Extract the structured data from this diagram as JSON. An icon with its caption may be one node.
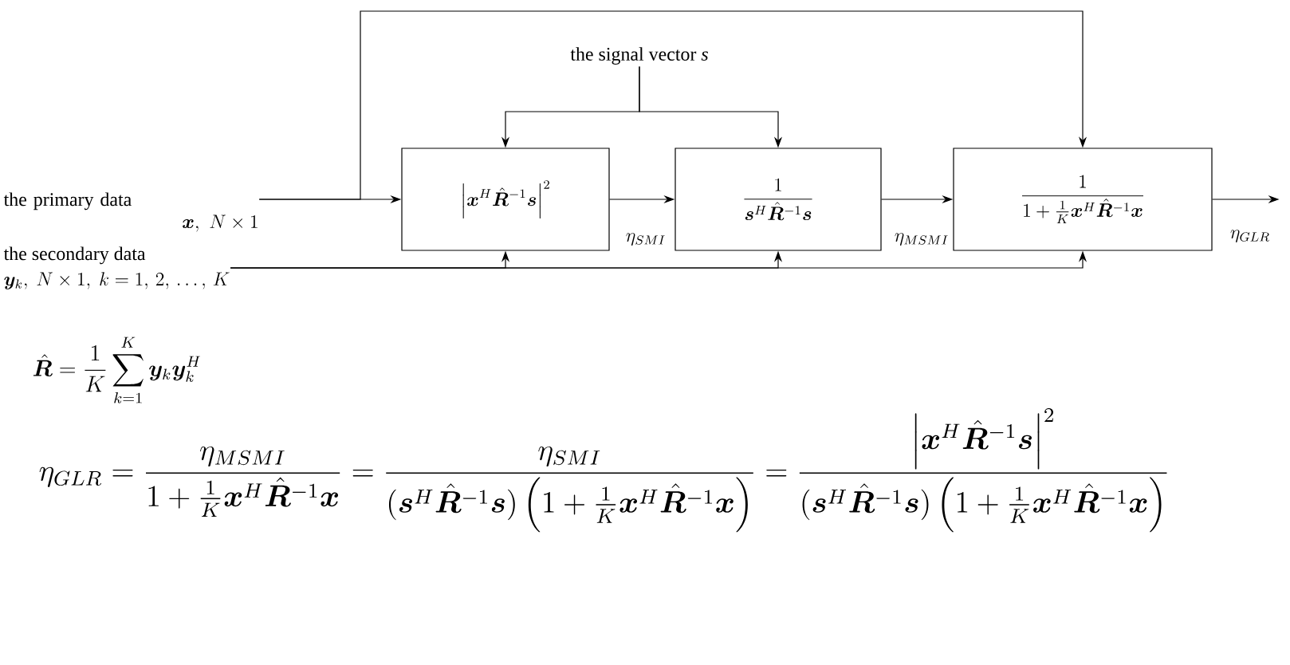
{
  "diagram": {
    "nodes": [
      {
        "text": [
          "the primary data",
          "\\bm{x},\\ N\\times 1"
        ]
      },
      {
        "text": [
          "\\left|\\bm{x}^H\\hat{\\bm{R}}^{-1}\\bm{s}\\right|^2"
        ]
      },
      {
        "text": [
          "\\frac{1}{\\bm{s}^H\\hat{\\bm{R}}^{-1}\\bm{s}}"
        ]
      },
      {
        "text": [
          "\\frac{1}{1+\\frac{1}{K}\\bm{x}^H\\hat{\\bm{R}}^{-1}\\bm{x}}"
        ]
      },
      {
        "text": [
          "the signal vector *s*"
        ]
      },
      {
        "text": [
          "the secondary data",
          "\\bm{y}_k,\\ N\\times 1,\\ k=1,\\,2,\\,\\ldots,\\,K"
        ]
      }
    ],
    "edges": [
      {
        "from": 0,
        "to": 1,
        "arrow": "to"
      },
      {
        "from": 0,
        "to": 3,
        "arrow": "to"
      },
      {
        "from": 4,
        "to": 1,
        "arrow": "to"
      },
      {
        "from": 4,
        "to": 2,
        "arrow": "to"
      },
      {
        "from": 1,
        "to": 2,
        "arrow": "to",
        "label": "\\eta_{SMI}"
      },
      {
        "from": 2,
        "to": 3,
        "arrow": "to",
        "label": "\\eta_{MSMI}"
      },
      {
        "from": 5,
        "to": 1,
        "arrow": "to"
      },
      {
        "from": 5,
        "to": 2,
        "arrow": "to"
      },
      {
        "from": 5,
        "to": 3,
        "arrow": "to"
      },
      {
        "from": 3,
        "to": null,
        "arrow": "to",
        "label": "\\eta_{GLR}"
      }
    ],
    "labels": [
      "\\hat{\\bm{R}} = \\frac{1}{K}\\sum_{k=1}^{K}\\bm{y}_k\\bm{y}_k^H",
      "\\eta_{GLR} = \\frac{\\eta_{MSMI}}{1+\\frac{1}{K}\\bm{x}^H\\hat{\\bm{R}}^{-1}\\bm{x}} = \\frac{\\eta_{SMI}}{(\\bm{s}^H\\hat{\\bm{R}}^{-1}\\bm{s})\\left(1+\\frac{1}{K}\\bm{x}^H\\hat{\\bm{R}}^{-1}\\bm{x}\\right)} = \\frac{\\left|\\bm{x}^H\\hat{\\bm{R}}^{-1}\\bm{s}\\right|^2}{(\\bm{s}^H\\hat{\\bm{R}}^{-1}\\bm{s})\\left(1+\\frac{1}{K}\\bm{x}^H\\hat{\\bm{R}}^{-1}\\bm{x}\\right)}"
    ]
  }
}
